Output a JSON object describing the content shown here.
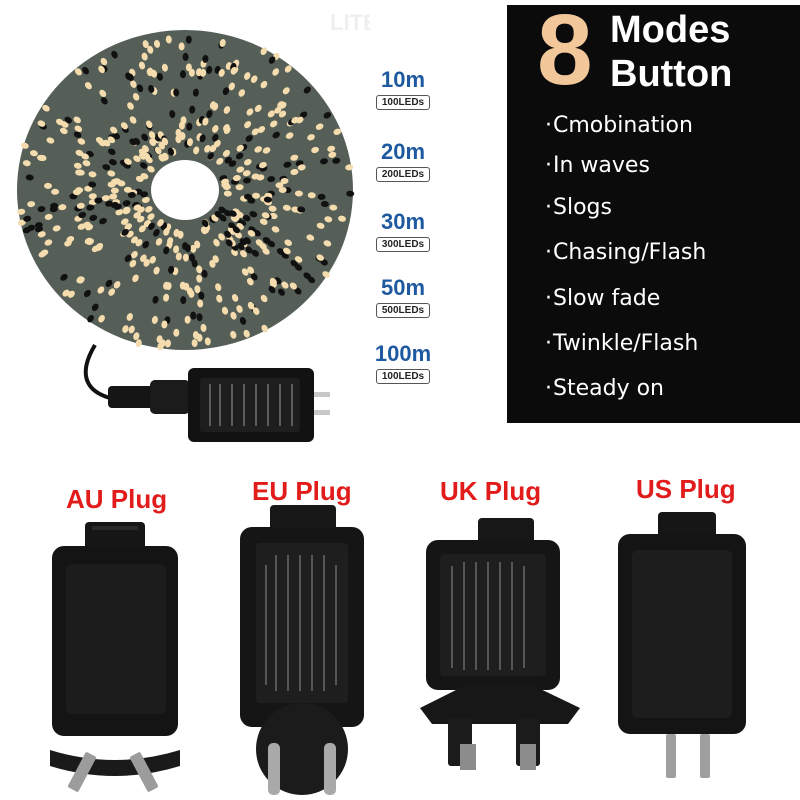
{
  "watermark": "LITB",
  "lengths": [
    {
      "meters": "10m",
      "leds": "100LEDs"
    },
    {
      "meters": "20m",
      "leds": "200LEDs"
    },
    {
      "meters": "30m",
      "leds": "300LEDs"
    },
    {
      "meters": "50m",
      "leds": "500LEDs"
    },
    {
      "meters": "100m",
      "leds": "100LEDs"
    }
  ],
  "modes_panel": {
    "number": "8",
    "title_line1": "Modes",
    "title_line2": "Button",
    "bullet": "·",
    "items": [
      "Cmobination",
      "In waves",
      "Slogs",
      "Chasing/Flash",
      "Slow fade",
      "Twinkle/Flash",
      "Steady on"
    ]
  },
  "plugs": [
    {
      "label": "AU Plug"
    },
    {
      "label": "EU Plug"
    },
    {
      "label": "UK Plug"
    },
    {
      "label": "US Plug"
    }
  ],
  "colors": {
    "accent_blue": "#1f5aa0",
    "number_peach": "#f2c79a",
    "plug_label_red": "#e21b1b",
    "panel_black": "#0b0b0c",
    "warm_bulb": "#f4dcae",
    "wire_green": "#1c2a1f"
  }
}
